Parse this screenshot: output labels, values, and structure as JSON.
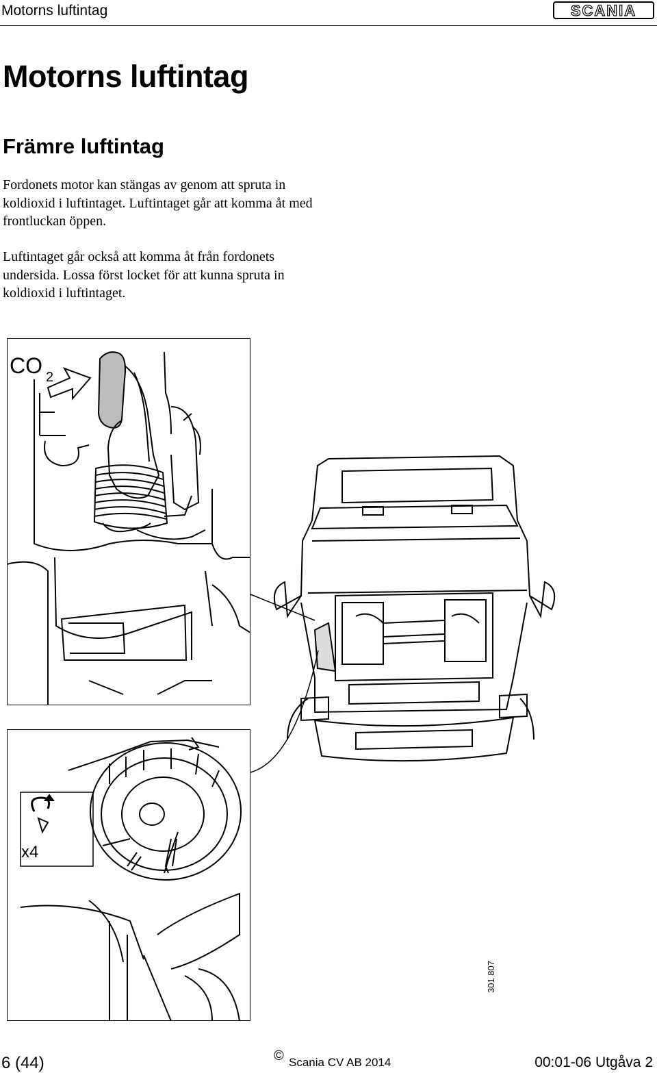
{
  "header": {
    "running_title": "Motorns luftintag",
    "logo_text": "SCANIA"
  },
  "main_title": "Motorns luftintag",
  "section_title": "Främre luftintag",
  "paragraphs": [
    "Fordonets motor kan stängas av genom att spruta in koldioxid i luftintaget. Luftintaget går att komma åt med frontluckan öppen.",
    "Luftintaget går också att komma åt från fordonets undersida. Lossa först locket för att kunna spruta in koldioxid i luftintaget."
  ],
  "figure": {
    "co2_label": "CO",
    "co2_subscript": "2",
    "x4_label": "x4",
    "figure_number": "301 807"
  },
  "footer": {
    "page_number": "6 (44)",
    "copyright_symbol": "©",
    "copyright": "Scania CV AB 2014",
    "edition": "00:01-06 Utgåva 2"
  }
}
